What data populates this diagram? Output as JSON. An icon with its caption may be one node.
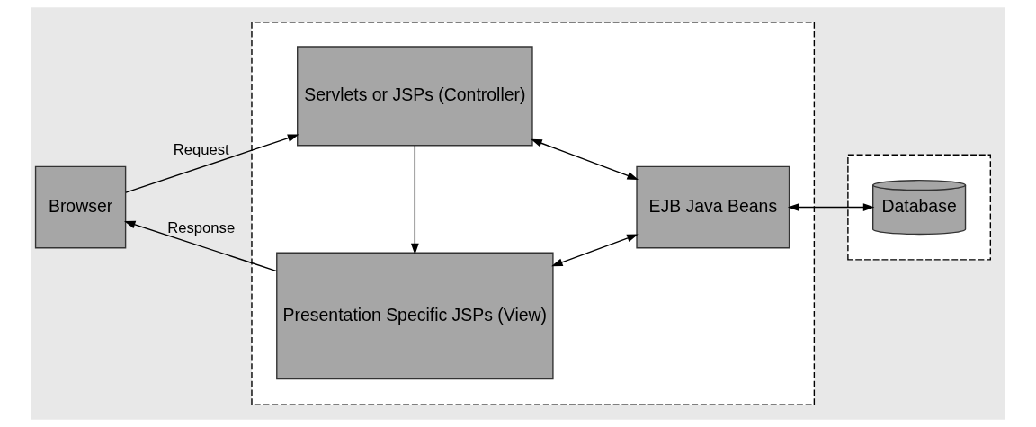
{
  "diagram": {
    "nodes": [
      {
        "text": [
          "Browser"
        ]
      },
      {
        "text": [],
        "shape": "box"
      },
      {
        "text": [
          "Servlets or JSPs (Controller)"
        ],
        "in": 1
      },
      {
        "text": [
          "Presentation Specific JSPs (View)"
        ],
        "in": 1
      },
      {
        "text": [
          "EJB Java Beans"
        ],
        "in": 1
      },
      {
        "text": [],
        "shape": "box"
      },
      {
        "text": [
          "Database"
        ],
        "in": 5
      }
    ],
    "edges": [
      {
        "from": 0,
        "to": 2,
        "arrow": "to",
        "label": "Request"
      },
      {
        "from": 3,
        "to": 0,
        "arrow": "to",
        "label": "Response"
      },
      {
        "from": 2,
        "to": 3,
        "arrow": "to"
      },
      {
        "from": 2,
        "to": 4,
        "arrow": "both"
      },
      {
        "from": 3,
        "to": 4,
        "arrow": "both"
      },
      {
        "from": 4,
        "to": 6,
        "arrow": "both"
      }
    ]
  }
}
